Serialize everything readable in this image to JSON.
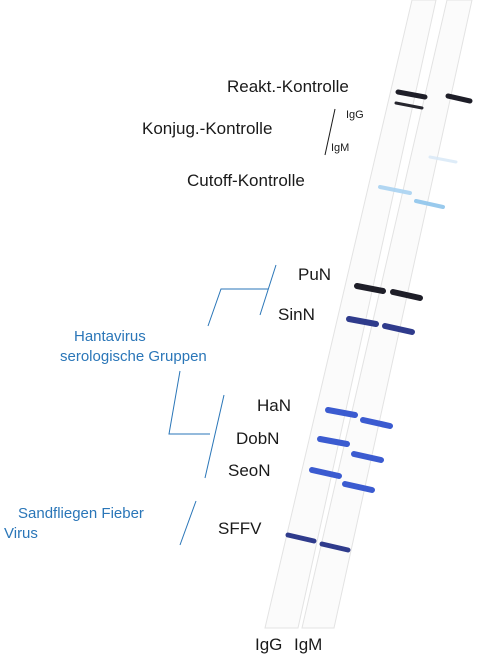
{
  "colors": {
    "accent": "#2a76b8",
    "strip_fill": "#fbfbfb",
    "strip_edge": "#e6e6e6",
    "band_dark": "#1e1e28",
    "band_blue": "#3344a0",
    "band_bright_blue": "#3b5bd0",
    "band_cutoff": "#8fc5ec"
  },
  "controls": {
    "reaction": "Reakt.-Kontrolle",
    "conjugate": "Konjug.-Kontrolle",
    "conjugate_igg": "IgG",
    "conjugate_igm": "IgM",
    "cutoff": "Cutoff-Kontrolle"
  },
  "antigens": [
    {
      "label": "PuN"
    },
    {
      "label": "SinN"
    },
    {
      "label": "HaN"
    },
    {
      "label": "DobN"
    },
    {
      "label": "SeoN"
    },
    {
      "label": "SFFV"
    }
  ],
  "groups": {
    "hantavirus_line1": "Hantavirus",
    "hantavirus_line2": "serologische Gruppen",
    "sandfly_line1": "Sandfliegen Fieber",
    "sandfly_line2": "Virus"
  },
  "strips": {
    "igg": "IgG",
    "igm": "IgM"
  }
}
